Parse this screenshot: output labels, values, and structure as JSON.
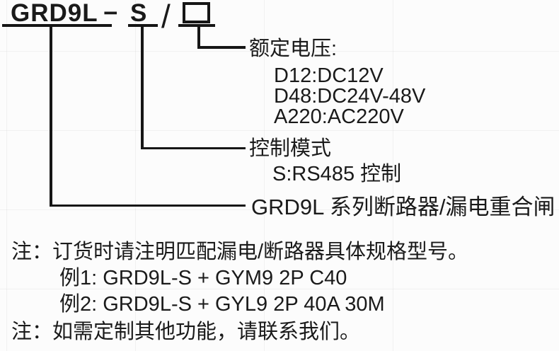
{
  "colors": {
    "text": "#1a1a1a",
    "line": "#161616",
    "background": "#fcfcfc"
  },
  "title": {
    "series_code": "GRD9L",
    "dash": "−",
    "control_code": "S",
    "separator": "/",
    "placeholder_box": "□"
  },
  "callouts": {
    "rated_voltage": {
      "label": "额定电压:",
      "options": [
        "D12:DC12V",
        "D48:DC24V-48V",
        "A220:AC220V"
      ]
    },
    "control_mode": {
      "label": "控制模式",
      "options": [
        "S:RS485 控制"
      ]
    },
    "series": {
      "label": "GRD9L 系列断路器/漏电重合闸"
    }
  },
  "notes": {
    "note1": "注：订货时请注明匹配漏电/断路器具体规格型号。",
    "example1": "例1: GRD9L-S + GYM9 2P C40",
    "example2": "例2: GRD9L-S + GYL9 2P 40A 30M",
    "note2": "注：如需定制其他功能，请联系我们。"
  }
}
